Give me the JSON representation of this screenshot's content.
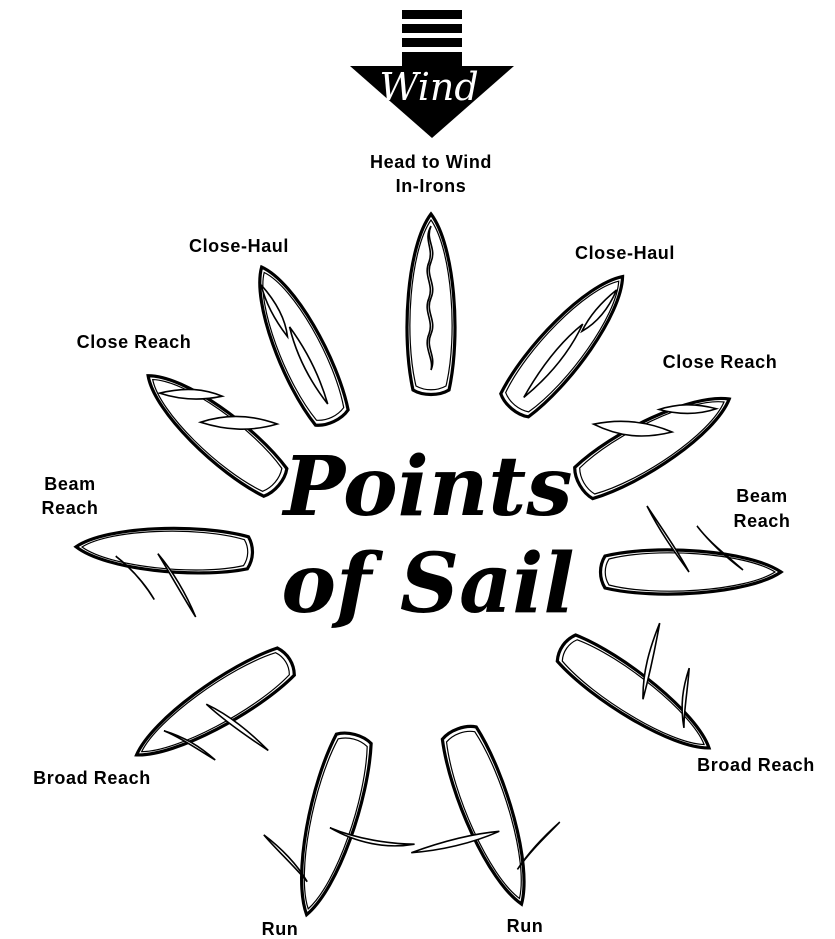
{
  "wind": {
    "label": "Wind"
  },
  "title": {
    "line1": "Points",
    "line2": "of Sail"
  },
  "labels": {
    "head_to_wind_1": "Head to Wind",
    "head_to_wind_2": "In-Irons",
    "close_haul_left": "Close-Haul",
    "close_haul_right": "Close-Haul",
    "close_reach_left": "Close Reach",
    "close_reach_right": "Close Reach",
    "beam_left_1": "Beam",
    "beam_left_2": "Reach",
    "beam_right_1": "Beam",
    "beam_right_2": "Reach",
    "broad_reach_left": "Broad Reach",
    "broad_reach_right": "Broad Reach",
    "run_left": "Run",
    "run_right": "Run"
  }
}
